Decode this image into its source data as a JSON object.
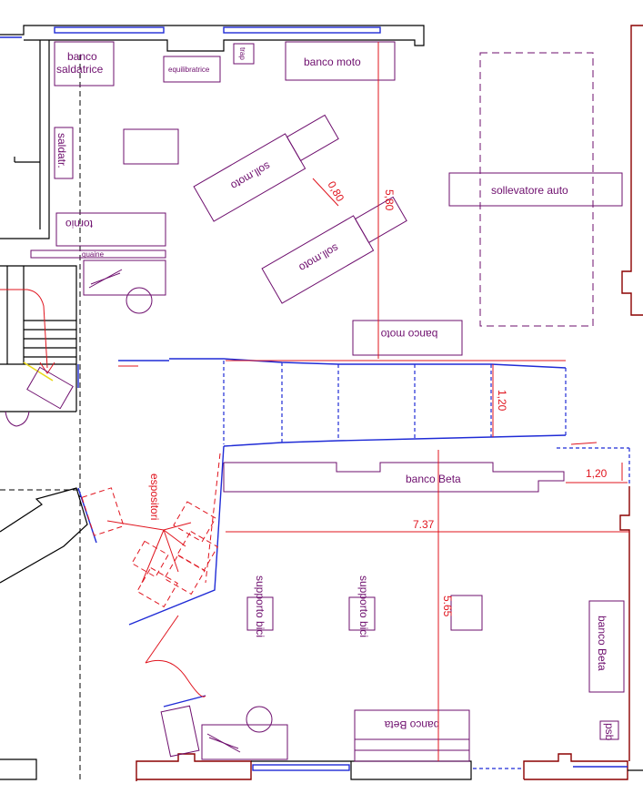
{
  "labels": {
    "banco_saldatrice_1": "banco",
    "banco_saldatrice_2": "saldatrice",
    "equilibratrice": "equilibratrice",
    "trap": "trap",
    "banco_moto_top": "banco moto",
    "saldatr": "saldatr.",
    "soll_moto_1": "soll.moto",
    "soll_moto_2": "soll.moto",
    "sollevatore_auto": "sollevatore auto",
    "tornio": "tornio",
    "guaine": "guaine",
    "banco_moto_mid": "banco moto",
    "banco_beta_center": "banco Beta",
    "espositori": "espositori",
    "supporto_bici_1": "supporto bici",
    "supporto_bici_2": "supporto bici",
    "banco_beta_right": "banco Beta",
    "banco_beta_bottom": "banco Beta",
    "psb": "psb"
  },
  "dimensions": {
    "d_080": "0,80",
    "d_580": "5,80",
    "d_120_v": "1,20",
    "d_120_h": "1,20",
    "d_737": "7.37",
    "d_565": "5.65"
  },
  "colors": {
    "wall": "#000000",
    "wall_existing": "#8b0000",
    "furniture": "#6e0f6e",
    "partition": "#1f2bd6",
    "dimension": "#e0141e"
  }
}
